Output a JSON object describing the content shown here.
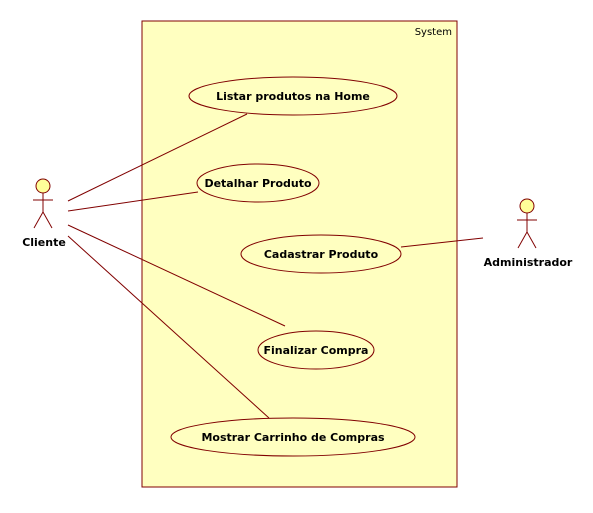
{
  "system": {
    "label": "System"
  },
  "actors": {
    "cliente": {
      "label": "Cliente"
    },
    "administrador": {
      "label": "Administrador"
    }
  },
  "use_cases": {
    "listar": {
      "label": "Listar produtos na Home"
    },
    "detalhar": {
      "label": "Detalhar Produto"
    },
    "cadastrar": {
      "label": "Cadastrar Produto"
    },
    "finalizar": {
      "label": "Finalizar Compra"
    },
    "carrinho": {
      "label": "Mostrar Carrinho de Compras"
    }
  },
  "associations": [
    {
      "from": "cliente",
      "to": "listar"
    },
    {
      "from": "cliente",
      "to": "detalhar"
    },
    {
      "from": "cliente",
      "to": "finalizar"
    },
    {
      "from": "cliente",
      "to": "carrinho"
    },
    {
      "from": "administrador",
      "to": "cadastrar"
    }
  ],
  "colors": {
    "system_fill": "#ffffc0",
    "usecase_fill": "#ffffc0",
    "actor_head_fill": "#ffff99",
    "line": "#800000"
  }
}
